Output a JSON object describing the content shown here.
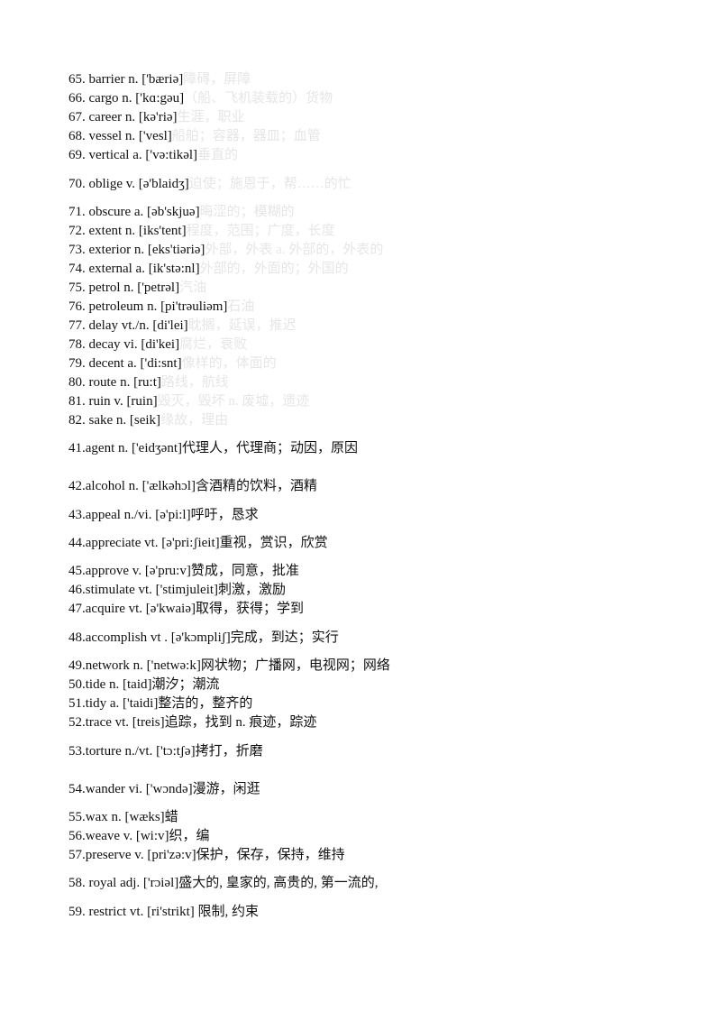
{
  "entries": [
    {
      "text": "65.  barrier  n.  ['bæriə]",
      "faint": "障碍，屏障"
    },
    {
      "text": "66.  cargo  n.  ['kɑ:gəu]",
      "faint": "（船、飞机装载的）货物"
    },
    {
      "text": "67.  career  n.  [kə'riə]",
      "faint": "生涯，职业"
    },
    {
      "text": "68.  vessel  n.  ['vesl]",
      "faint": "船舶；容器，器皿；血管"
    },
    {
      "text": "69.  vertical  a.  ['və:tikəl]",
      "faint": "垂直的"
    },
    {
      "text": "70.  oblige  v.  [ə'blaidʒ]",
      "faint": "迫使；施恩于，帮……的忙"
    },
    {
      "text": "71.  obscure  a.  [əb'skjuə]",
      "faint": "晦涩的；模糊的"
    },
    {
      "text": "72.  extent  n.  [iks'tent]",
      "faint": "程度，范围；广度，长度"
    },
    {
      "text": "73.  exterior  n.  [eks'tiəriə]",
      "faint": "外部，外表 a. 外部的，外表的"
    },
    {
      "text": "74.  external  a.  [ik'stə:nl]",
      "faint": "外部的，外面的；外国的"
    },
    {
      "text": "75.  petrol  n.  ['petrəl]",
      "faint": "汽油"
    },
    {
      "text": "76.  petroleum  n.  [pi'trəuliəm]",
      "faint": "石油"
    },
    {
      "text": "77.  delay  vt./n.  [di'lei]",
      "faint": "耽搁，延误，推迟"
    },
    {
      "text": "78.  decay  vi.  [di'kei]",
      "faint": "腐烂，衰败"
    },
    {
      "text": "79.  decent  a.  ['di:snt]",
      "faint": "像样的，体面的"
    },
    {
      "text": "80.  route  n.  [ru:t]",
      "faint": "路线，航线"
    },
    {
      "text": "81.  ruin  v.  [ruin]",
      "faint": "毁灭，毁坏 n. 废墟，遗迹"
    },
    {
      "text": "82.  sake  n.  [seik]",
      "faint": "缘故，理由"
    },
    {
      "text": "41.agent  n.  ['eidʒənt]代理人，代理商；动因，原因",
      "faint": ""
    },
    {
      "text": "42.alcohol  n.  ['ælkəhɔl]含酒精的饮料，酒精",
      "faint": ""
    },
    {
      "text": "43.appeal  n./vi.  [ə'pi:l]呼吁，恳求",
      "faint": ""
    },
    {
      "text": "44.appreciate  vt.  [ə'pri:ʃieit]重视，赏识，欣赏",
      "faint": ""
    },
    {
      "text": "45.approve  v.  [ə'pru:v]赞成，同意，批准",
      "faint": ""
    },
    {
      "text": "46.stimulate  vt.  ['stimjuleit]刺激，激励",
      "faint": ""
    },
    {
      "text": "47.acquire  vt.  [ə'kwaiə]取得，获得；学到",
      "faint": ""
    },
    {
      "text": "48.accomplish  vt  .  [ə'kɔmpliʃ]完成，到达；实行",
      "faint": ""
    },
    {
      "text": "49.network  n.  ['netwə:k]网状物；广播网，电视网；网络",
      "faint": ""
    },
    {
      "text": "50.tide  n.  [taid]潮汐；潮流",
      "faint": ""
    },
    {
      "text": "51.tidy  a.  ['taidi]整洁的，整齐的",
      "faint": ""
    },
    {
      "text": "52.trace  vt.  [treis]追踪，找到  n.  痕迹，踪迹",
      "faint": ""
    },
    {
      "text": "53.torture  n./vt.  ['tɔ:tʃə]拷打，折磨",
      "faint": ""
    },
    {
      "text": "54.wander  vi.  ['wɔndə]漫游，闲逛",
      "faint": ""
    },
    {
      "text": "55.wax  n.  [wæks]蜡",
      "faint": ""
    },
    {
      "text": "56.weave  v.  [wi:v]织，编",
      "faint": ""
    },
    {
      "text": "57.preserve  v.  [pri'zə:v]保护，保存，保持，维持",
      "faint": ""
    },
    {
      "text": "58.  royal adj. ['rɔiəl]盛大的, 皇家的, 高贵的, 第一流的,",
      "faint": ""
    },
    {
      "text": "59.  restrict  vt.  [ri'strikt]    限制, 约束",
      "faint": ""
    }
  ]
}
